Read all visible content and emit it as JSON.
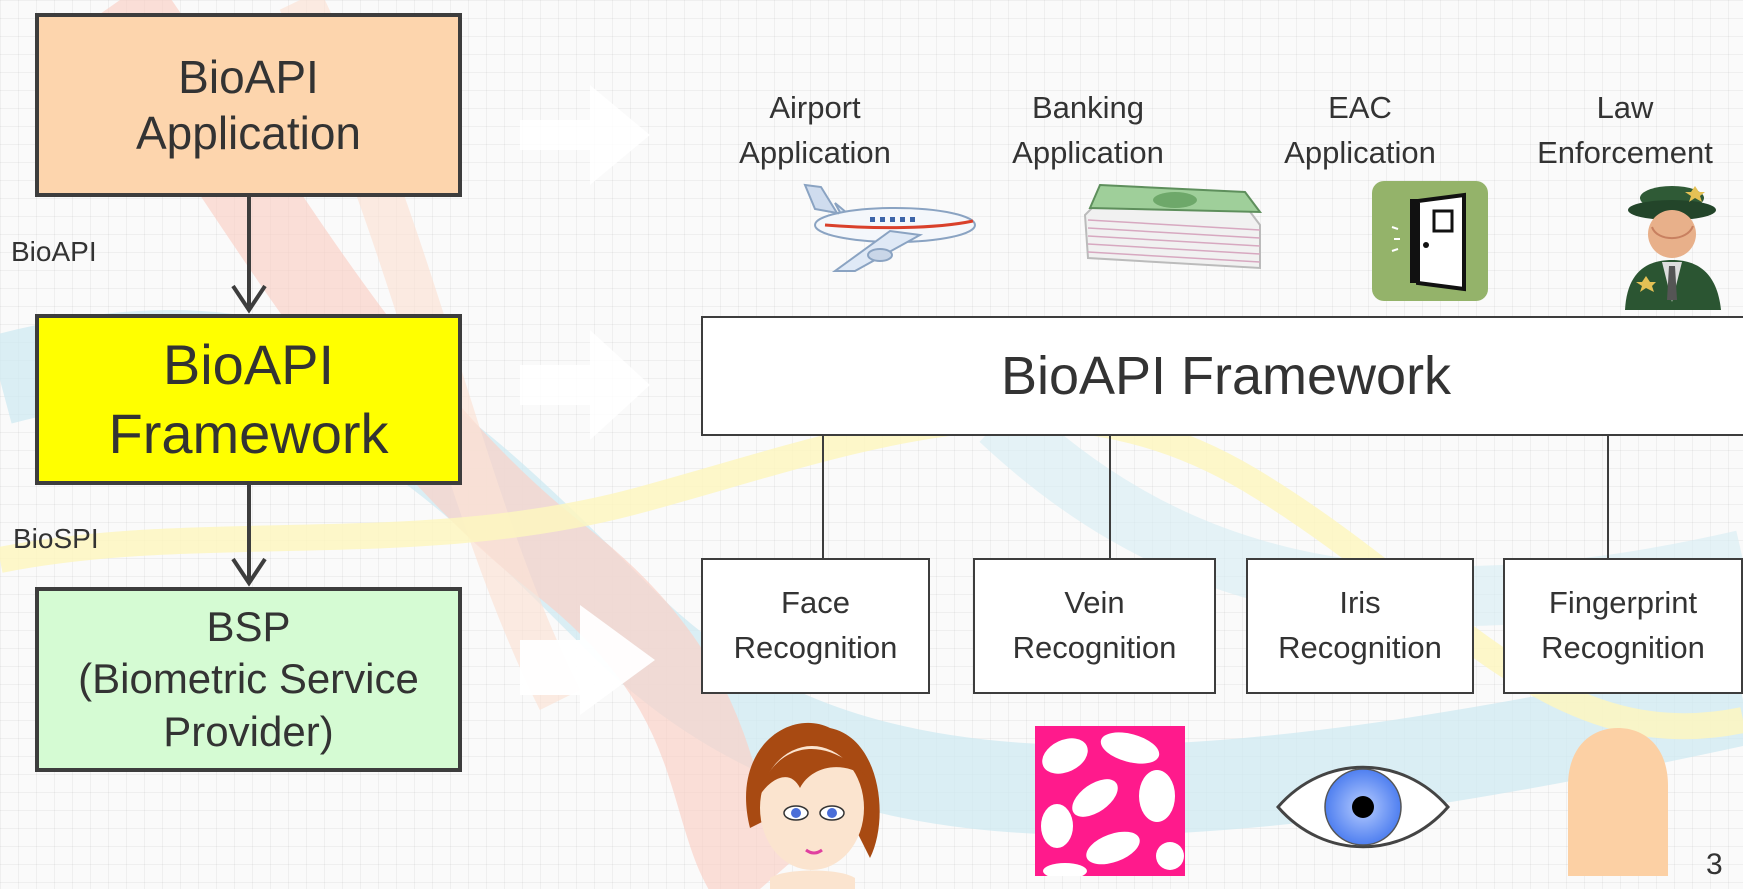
{
  "stack": {
    "application": "BioAPI\nApplication",
    "framework": "BioAPI\nFramework",
    "bsp": "BSP\n(Biometric Service\nProvider)",
    "iface_top": "BioAPI",
    "iface_bottom": "BioSPI"
  },
  "applications": [
    {
      "label": "Airport\nApplication",
      "icon": "airplane-icon"
    },
    {
      "label": "Banking\nApplication",
      "icon": "banknotes-icon"
    },
    {
      "label": "EAC\nApplication",
      "icon": "door-icon"
    },
    {
      "label": "Law\nEnforcement",
      "icon": "police-officer-icon"
    }
  ],
  "framework_label": "BioAPI Framework",
  "modules": [
    {
      "label": "Face\nRecognition",
      "icon": "face-icon"
    },
    {
      "label": "Vein\nRecognition",
      "icon": "vein-pattern-icon"
    },
    {
      "label": "Iris\nRecognition",
      "icon": "eye-icon"
    },
    {
      "label": "Fingerprint\nRecognition",
      "icon": "fingertip-icon"
    }
  ],
  "page_number": "3",
  "colors": {
    "application_fill": "#fdd5ad",
    "framework_fill": "#ffff00",
    "bsp_fill": "#d5fbd3",
    "border": "#3d3d3d"
  }
}
